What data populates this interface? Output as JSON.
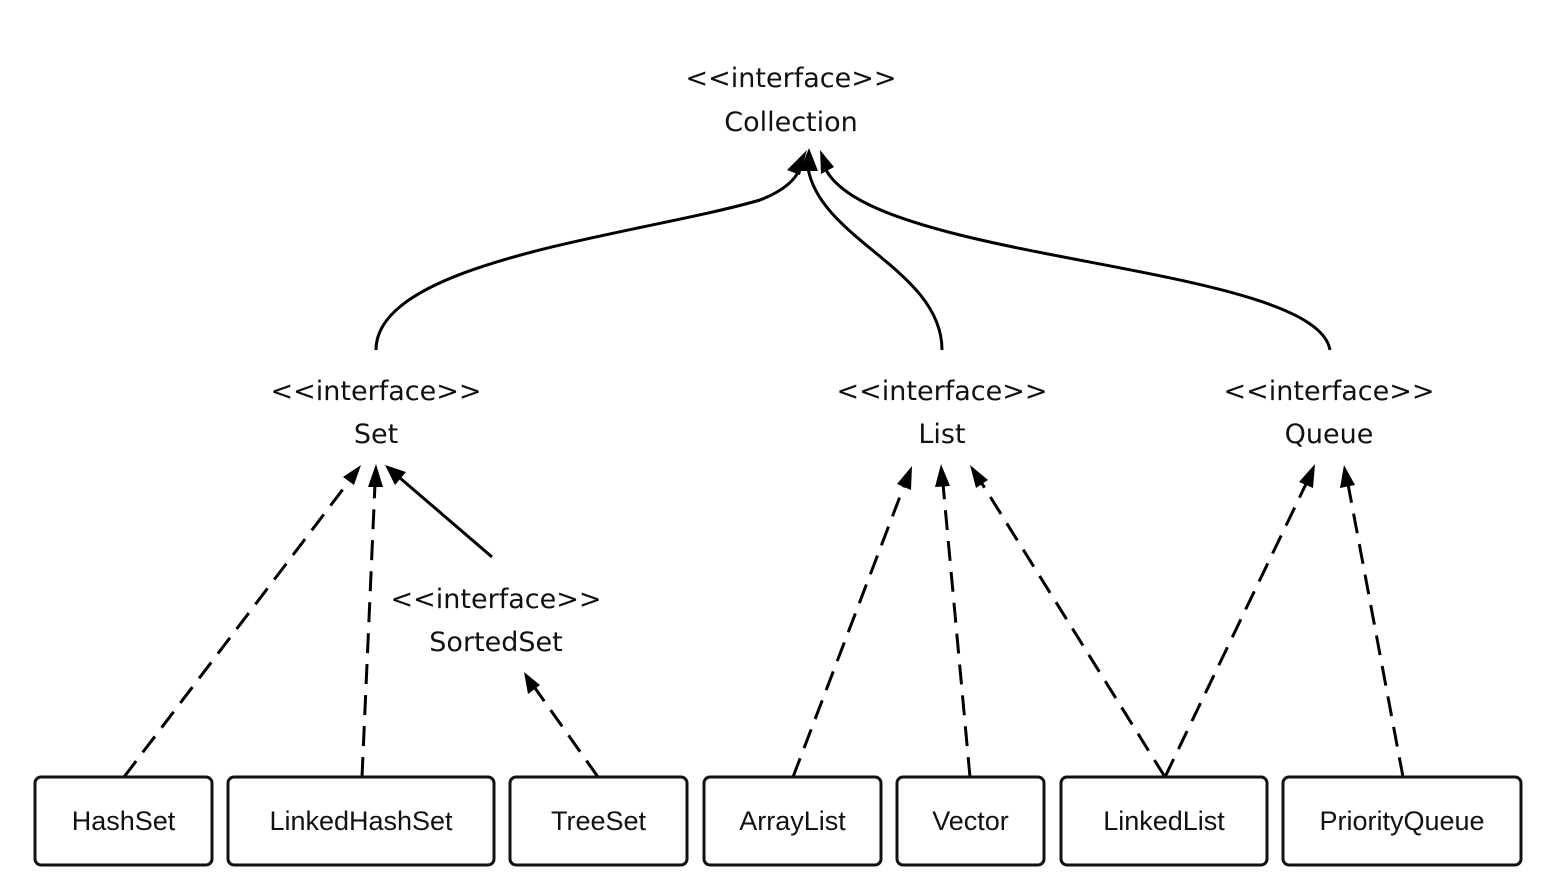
{
  "interfaces": {
    "collection": {
      "stereotype": "<<interface>>",
      "name": "Collection"
    },
    "set": {
      "stereotype": "<<interface>>",
      "name": "Set"
    },
    "list": {
      "stereotype": "<<interface>>",
      "name": "List"
    },
    "queue": {
      "stereotype": "<<interface>>",
      "name": "Queue"
    },
    "sortedset": {
      "stereotype": "<<interface>>",
      "name": "SortedSet"
    }
  },
  "classes": {
    "hashset": "HashSet",
    "linkedhashset": "LinkedHashSet",
    "treeset": "TreeSet",
    "arraylist": "ArrayList",
    "vector": "Vector",
    "linkedlist": "LinkedList",
    "priorityqueue": "PriorityQueue"
  },
  "relationships": [
    {
      "from": "Set",
      "to": "Collection",
      "kind": "extends",
      "style": "solid"
    },
    {
      "from": "List",
      "to": "Collection",
      "kind": "extends",
      "style": "solid"
    },
    {
      "from": "Queue",
      "to": "Collection",
      "kind": "extends",
      "style": "solid"
    },
    {
      "from": "SortedSet",
      "to": "Set",
      "kind": "extends",
      "style": "solid"
    },
    {
      "from": "HashSet",
      "to": "Set",
      "kind": "implements",
      "style": "dashed"
    },
    {
      "from": "LinkedHashSet",
      "to": "Set",
      "kind": "implements",
      "style": "dashed"
    },
    {
      "from": "TreeSet",
      "to": "SortedSet",
      "kind": "implements",
      "style": "dashed"
    },
    {
      "from": "ArrayList",
      "to": "List",
      "kind": "implements",
      "style": "dashed"
    },
    {
      "from": "Vector",
      "to": "List",
      "kind": "implements",
      "style": "dashed"
    },
    {
      "from": "LinkedList",
      "to": "List",
      "kind": "implements",
      "style": "dashed"
    },
    {
      "from": "LinkedList",
      "to": "Queue",
      "kind": "implements",
      "style": "dashed"
    },
    {
      "from": "PriorityQueue",
      "to": "Queue",
      "kind": "implements",
      "style": "dashed"
    }
  ],
  "colors": {
    "line": "#000000",
    "text": "#111111",
    "background": "#ffffff"
  }
}
